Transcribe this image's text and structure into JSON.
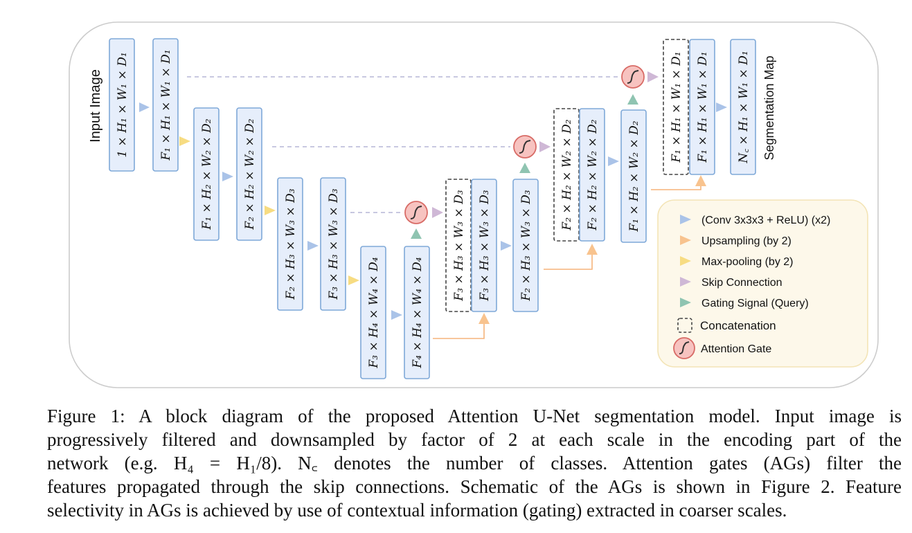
{
  "input_label": "Input Image",
  "output_label": "Segmentation Map",
  "blocks": [
    {
      "label": "1 × H₁ × W₁ × D₁",
      "dashed": false
    },
    {
      "label": "F₁ × H₁ × W₁ × D₁",
      "dashed": false
    },
    {
      "label": "F₁ × H₂ × W₂ × D₂",
      "dashed": false
    },
    {
      "label": "F₂ × H₂ × W₂ × D₂",
      "dashed": false
    },
    {
      "label": "F₂ × H₃ × W₃ × D₃",
      "dashed": false
    },
    {
      "label": "F₃ × H₃ × W₃ × D₃",
      "dashed": false
    },
    {
      "label": "F₃ × H₄ × W₄ × D₄",
      "dashed": false
    },
    {
      "label": "F₄ × H₄ × W₄ × D₄",
      "dashed": false
    },
    {
      "label": "F₃ × H₃ × W₃ × D₃",
      "dashed": true
    },
    {
      "label": "F₃ × H₃ × W₃ × D₃",
      "dashed": false
    },
    {
      "label": "F₂ × H₃ × W₃ × D₃",
      "dashed": false
    },
    {
      "label": "F₂ × H₂ × W₂ × D₂",
      "dashed": true
    },
    {
      "label": "F₂ × H₂ × W₂ × D₂",
      "dashed": false
    },
    {
      "label": "F₁ × H₂ × W₂ × D₂",
      "dashed": false
    },
    {
      "label": "F₁ × H₁ × W₁ × D₁",
      "dashed": true
    },
    {
      "label": "F₁ × H₁ × W₁ × D₁",
      "dashed": false
    },
    {
      "label": "N꜀ × H₁ × W₁ × D₁",
      "dashed": false
    }
  ],
  "legend": {
    "items": [
      {
        "icon": "conv-triangle-icon",
        "label": "(Conv 3x3x3 + ReLU) (x2)",
        "color": "#aac3e8"
      },
      {
        "icon": "upsampling-triangle-icon",
        "label": "Upsampling (by 2)",
        "color": "#f8c38e"
      },
      {
        "icon": "maxpool-triangle-icon",
        "label": "Max-pooling (by 2)",
        "color": "#f7dc82"
      },
      {
        "icon": "skip-triangle-icon",
        "label": "Skip Connection",
        "color": "#cfb8d6"
      },
      {
        "icon": "gating-triangle-icon",
        "label": "Gating Signal (Query)",
        "color": "#8fc4b1"
      },
      {
        "icon": "concatenation-box-icon",
        "label": "Concatenation",
        "color": "#444444"
      },
      {
        "icon": "attention-gate-icon",
        "label": "Attention Gate",
        "color": "#f7c3c0"
      }
    ]
  },
  "colors": {
    "block_fill": "#e6eefb",
    "block_stroke": "#7ea8d8",
    "panel_stroke": "#cccccc",
    "legend_fill": "#fdf8ea",
    "legend_stroke": "#f3e4b6"
  },
  "caption": {
    "lines": [
      "Figure 1: A block diagram of the proposed Attention U-Net segmentation model. Input image is",
      "progressively filtered and downsampled by factor of 2 at each scale in the encoding part of the",
      "network (e.g.  H₄ = H₁/8).  N꜀ denotes the number of classes.  Attention gates (AGs) filter the",
      "features propagated through the skip connections. Schematic of the AGs is shown in Figure 2. Feature",
      "selectivity in AGs is achieved by use of contextual information (gating) extracted in coarser scales."
    ]
  }
}
